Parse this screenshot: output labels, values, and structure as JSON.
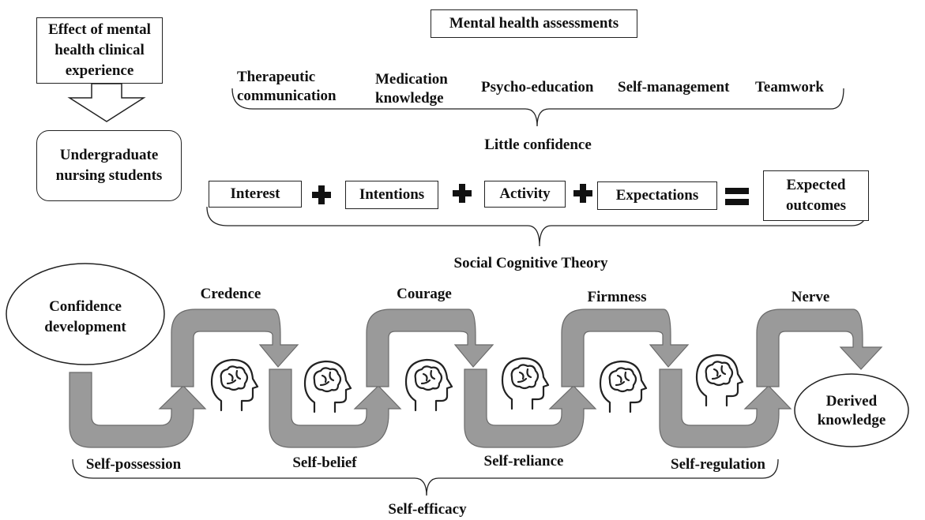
{
  "effect_box": {
    "line1": "Effect of mental",
    "line2": "health clinical",
    "line3": "experience"
  },
  "students_box": {
    "line1": "Undergraduate",
    "line2": "nursing students"
  },
  "assessments_title": "Mental health assessments",
  "assessment_items": [
    {
      "line1": "Therapeutic",
      "line2": "communication"
    },
    {
      "line1": "Medication",
      "line2": "knowledge"
    },
    {
      "line1": "Psycho-education",
      "line2": ""
    },
    {
      "line1": "Self-management",
      "line2": ""
    },
    {
      "line1": "Teamwork",
      "line2": ""
    }
  ],
  "little_confidence": "Little confidence",
  "equation": {
    "terms": [
      "Interest",
      "Intentions",
      "Activity",
      "Expectations"
    ],
    "result_line1": "Expected",
    "result_line2": "outcomes"
  },
  "social_cognitive_theory": "Social Cognitive Theory",
  "confidence_development": {
    "line1": "Confidence",
    "line2": "development"
  },
  "derived_knowledge": {
    "line1": "Derived",
    "line2": "knowledge"
  },
  "top_labels": [
    "Credence",
    "Courage",
    "Firmness",
    "Nerve"
  ],
  "bottom_labels": [
    "Self-possession",
    "Self-belief",
    "Self-reliance",
    "Self-regulation"
  ],
  "self_efficacy": "Self-efficacy",
  "icons": [
    "brain-head-icon",
    "plus-icon",
    "equals-icon",
    "arrow-down-icon"
  ],
  "colors": {
    "arrow_fill": "#9a9a9a",
    "arrow_stroke": "#6a6a6a",
    "line": "#222222"
  }
}
